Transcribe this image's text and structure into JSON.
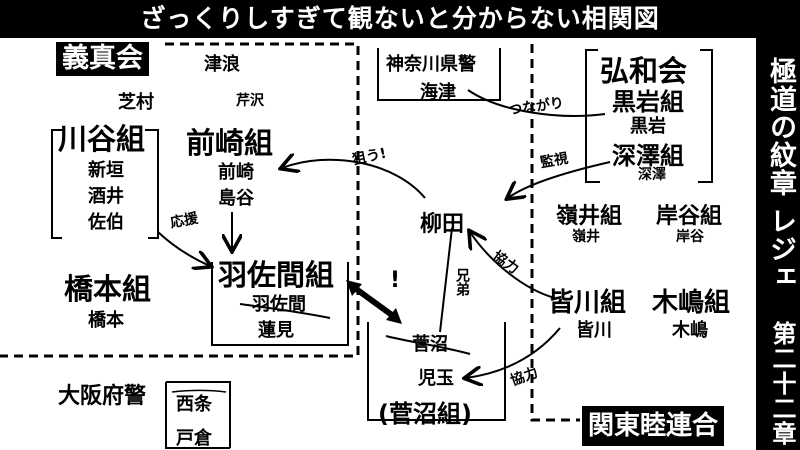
{
  "header": {
    "title": "ざっくりしすぎて観ないと分からない相関図"
  },
  "sidebar": {
    "series": "極道の紋章 レジェンド",
    "chapter": "第二十二章"
  },
  "groups": {
    "gishinkai": {
      "label": "義真会",
      "members": [
        "津浪",
        "芝村",
        "芹沢"
      ]
    },
    "kawatani": {
      "name": "川谷組",
      "members": [
        "新垣",
        "酒井",
        "佐伯"
      ]
    },
    "maezaki": {
      "name": "前崎組",
      "members": [
        "前崎",
        "島谷"
      ]
    },
    "hashimoto": {
      "name": "橋本組",
      "members": [
        "橋本"
      ]
    },
    "hazama": {
      "name": "羽佐間組",
      "members": [
        "羽佐間",
        "蓮見"
      ]
    },
    "osaka_police": {
      "name": "大阪府警",
      "members": [
        "西条",
        "戸倉"
      ]
    },
    "kanagawa_police": {
      "name": "神奈川県警",
      "members": [
        "海津"
      ]
    },
    "kouwakai": {
      "name": "弘和会",
      "subgroups": [
        {
          "name": "黒岩組",
          "member": "黒岩"
        },
        {
          "name": "深澤組",
          "member": "深澤"
        }
      ]
    },
    "kanto": {
      "label": "関東睦連合",
      "groups": [
        {
          "name": "嶺井組",
          "member": "嶺井"
        },
        {
          "name": "岸谷組",
          "member": "岸谷"
        },
        {
          "name": "皆川組",
          "member": "皆川"
        },
        {
          "name": "木嶋組",
          "member": "木嶋"
        }
      ]
    },
    "suganuma": {
      "name": "(菅沼組)",
      "members": [
        "菅沼",
        "児玉"
      ]
    },
    "yanagida": "柳田"
  },
  "relations": {
    "support": "応援",
    "target": "狙う!",
    "link": "つながり",
    "watch": "監視",
    "brother": "兄弟",
    "coop1": "協力",
    "coop2": "協力",
    "clash": "!"
  }
}
